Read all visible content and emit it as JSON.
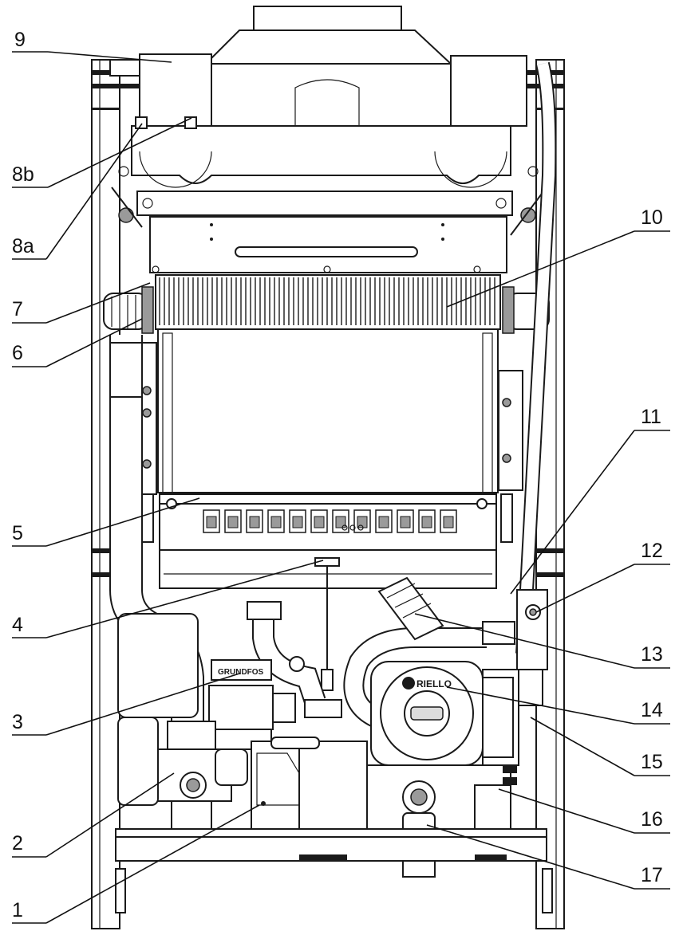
{
  "diagram": {
    "background_color": "#ffffff",
    "line_color": "#111111",
    "brand_marks": [
      "RIELLO",
      "GRUNDFOS"
    ],
    "callouts": [
      {
        "id": "9",
        "label": "9"
      },
      {
        "id": "8b",
        "label": "8b"
      },
      {
        "id": "8a",
        "label": "8a"
      },
      {
        "id": "7",
        "label": "7"
      },
      {
        "id": "6",
        "label": "6"
      },
      {
        "id": "5",
        "label": "5"
      },
      {
        "id": "4",
        "label": "4"
      },
      {
        "id": "3",
        "label": "3"
      },
      {
        "id": "2",
        "label": "2"
      },
      {
        "id": "1",
        "label": "1"
      },
      {
        "id": "10",
        "label": "10"
      },
      {
        "id": "11",
        "label": "11"
      },
      {
        "id": "12",
        "label": "12"
      },
      {
        "id": "13",
        "label": "13"
      },
      {
        "id": "14",
        "label": "14"
      },
      {
        "id": "15",
        "label": "15"
      },
      {
        "id": "16",
        "label": "16"
      },
      {
        "id": "17",
        "label": "17"
      }
    ]
  }
}
